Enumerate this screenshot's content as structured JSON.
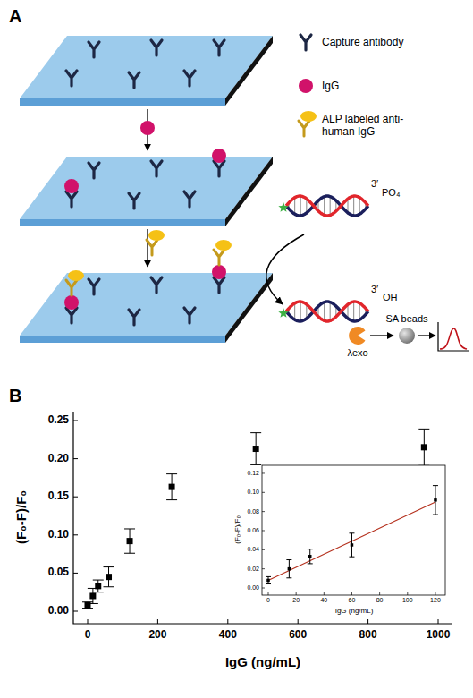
{
  "diagram": {
    "labels": [
      "A",
      "3′",
      "PO₄",
      "3′",
      "OH",
      "λexo",
      "SA beads",
      "B",
      "0.00",
      "0.05",
      "0.10",
      "0.15",
      "0.20",
      "0.25",
      "(F₀-F)/F₀",
      "0",
      "200",
      "400",
      "600",
      "800",
      "1000",
      "IgG (ng/mL)",
      "0.00",
      "0.02",
      "0.04",
      "0.06",
      "0.08",
      "0.10",
      "0.12",
      "(F₀-F)/F₀",
      "0",
      "20",
      "40",
      "60",
      "80",
      "100",
      "120",
      "IgG (ng/mL)"
    ],
    "legend": [
      {
        "text": "Capture antibody"
      },
      {
        "text": "IgG"
      },
      {
        "text": "ALP labeled anti-human IgG"
      }
    ]
  }
}
